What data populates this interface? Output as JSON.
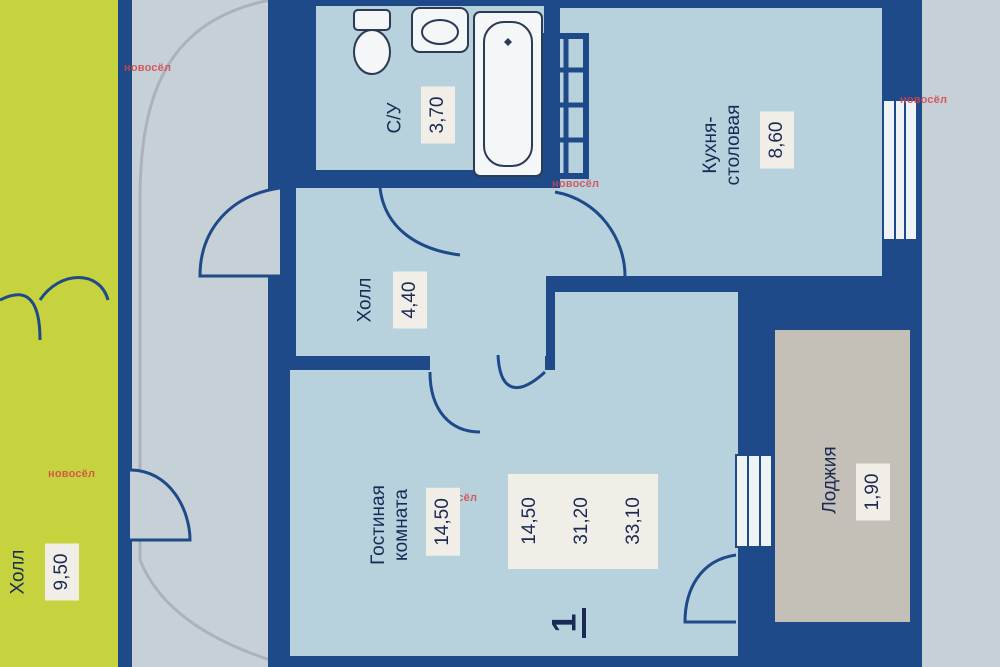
{
  "colors": {
    "wall": "#1f4a8a",
    "room_fill": "#b7d2dd",
    "loggia_fill": "#c4c0b8",
    "hall_outside_fill": "#c6d33e",
    "background": "#c6d0d7",
    "badge": "#f1eee8",
    "text": "#1b2a55",
    "watermark": "#d6454b"
  },
  "rooms": {
    "bathroom": {
      "name": "С/У",
      "area": "3,70"
    },
    "kitchen": {
      "name_line1": "Кухня-",
      "name_line2": "столовая",
      "area": "8,60"
    },
    "hall": {
      "name": "Холл",
      "area": "4,40"
    },
    "living": {
      "name_line1": "Гостиная",
      "name_line2": "комната",
      "area": "14,50"
    },
    "loggia": {
      "name": "Лоджия",
      "area": "1,90"
    },
    "outer_hall": {
      "name": "Холл",
      "area": "9,50"
    }
  },
  "apartment": {
    "number": "1",
    "areas": [
      "14,50",
      "31,20",
      "33,10"
    ]
  },
  "watermark_text": "новосёл",
  "icons": [
    "toilet-icon",
    "sink-icon",
    "bathtub-icon",
    "radiator-icon",
    "door-swing-icon",
    "window-icon",
    "watermark-logo-icon"
  ]
}
